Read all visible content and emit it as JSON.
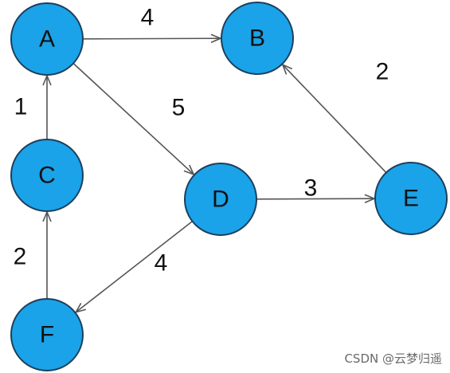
{
  "nodes": [
    {
      "id": "A",
      "label": "A"
    },
    {
      "id": "B",
      "label": "B"
    },
    {
      "id": "C",
      "label": "C"
    },
    {
      "id": "D",
      "label": "D"
    },
    {
      "id": "E",
      "label": "E"
    },
    {
      "id": "F",
      "label": "F"
    }
  ],
  "edges": [
    {
      "from": "A",
      "to": "B",
      "weight": "4"
    },
    {
      "from": "A",
      "to": "D",
      "weight": "5"
    },
    {
      "from": "C",
      "to": "A",
      "weight": "1"
    },
    {
      "from": "D",
      "to": "E",
      "weight": "3"
    },
    {
      "from": "E",
      "to": "B",
      "weight": "2"
    },
    {
      "from": "D",
      "to": "F",
      "weight": "4"
    },
    {
      "from": "F",
      "to": "C",
      "weight": "2"
    }
  ],
  "colors": {
    "node_fill": "#1aa3e8",
    "node_stroke": "#1c3f5c",
    "edge": "#555555"
  },
  "watermark": "CSDN @云梦归遥"
}
